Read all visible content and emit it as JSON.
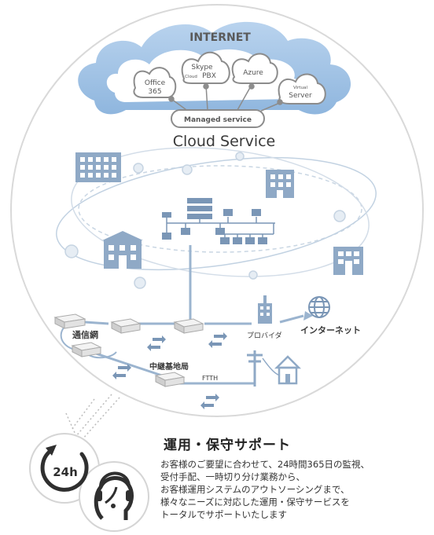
{
  "internet": {
    "title": "INTERNET",
    "clouds": [
      {
        "lines": [
          "Office",
          "365"
        ]
      },
      {
        "lines": [
          "Skype",
          "PBX"
        ],
        "small": "Cloud"
      },
      {
        "lines": [
          "Azure"
        ]
      },
      {
        "lines": [
          "Server"
        ],
        "small": "Virtual"
      }
    ],
    "managed_service": "Managed service",
    "cloud_service": "Cloud Service"
  },
  "network": {
    "tsushinmo": "通信網",
    "provider": "プロバイダ",
    "internet_jp": "インターネット",
    "relay_station": "中継基地局",
    "ftth": "FTTH",
    "badge_24h": "24h"
  },
  "support": {
    "title": "運用・保守サポート",
    "lines": [
      "お客様のご要望に合わせて、24時間365日の監視、",
      "受付手配、一時切り分け業務から、",
      "お客様運用システムのアウトソーシングまで、",
      "様々なニーズに対応した運用・保守サービスを",
      "トータルでサポートいたします"
    ]
  },
  "colors": {
    "cloud_blue": "#9fc1e3",
    "icon_blue": "#7a9ec4",
    "ring": "#d9d9d9",
    "text_dark": "#2b2b2b"
  }
}
